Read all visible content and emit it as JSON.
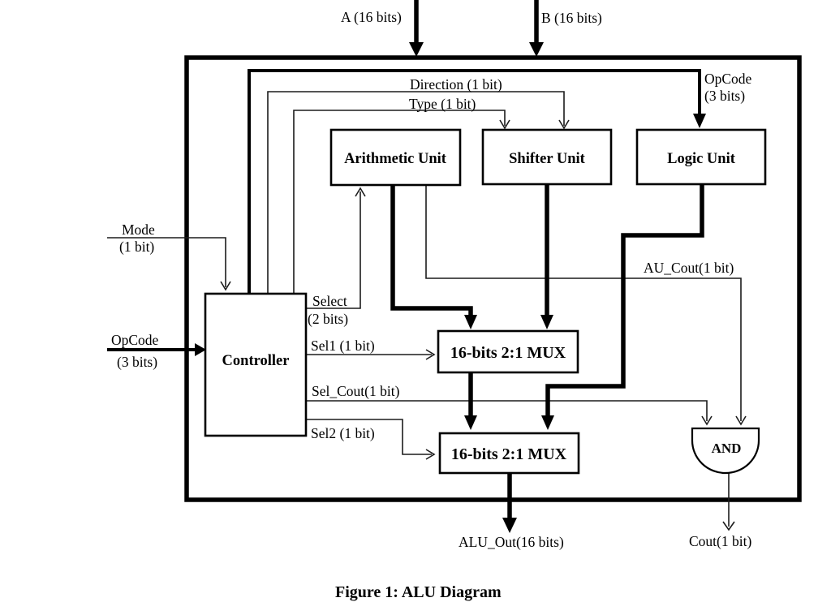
{
  "figure": {
    "caption": "Figure 1: ALU Diagram",
    "colors": {
      "line": "#000000",
      "background": "#ffffff"
    },
    "external_inputs": {
      "a": "A (16 bits)",
      "b": "B (16 bits)",
      "mode_line1": "Mode",
      "mode_line2": "(1 bit)",
      "opcode_line1": "OpCode",
      "opcode_line2": "(3 bits)"
    },
    "alu": {
      "blocks": {
        "controller": "Controller",
        "arithmetic_unit": "Arithmetic Unit",
        "shifter_unit": "Shifter Unit",
        "logic_unit": "Logic Unit",
        "mux1": "16-bits 2:1 MUX",
        "mux2": "16-bits 2:1 MUX",
        "and_gate": "AND"
      },
      "control_signals": {
        "direction": "Direction (1 bit)",
        "type": "Type (1 bit)",
        "opcode_to_logic_line1": "OpCode",
        "opcode_to_logic_line2": "(3 bits)",
        "select_line1": "Select",
        "select_line2": "(2 bits)",
        "sel1": "Sel1 (1 bit)",
        "sel_cout": "Sel_Cout(1 bit)",
        "sel2": "Sel2 (1 bit)",
        "au_cout": "AU_Cout(1 bit)"
      },
      "outputs": {
        "alu_out": "ALU_Out(16 bits)",
        "cout": "Cout(1 bit)"
      }
    }
  }
}
